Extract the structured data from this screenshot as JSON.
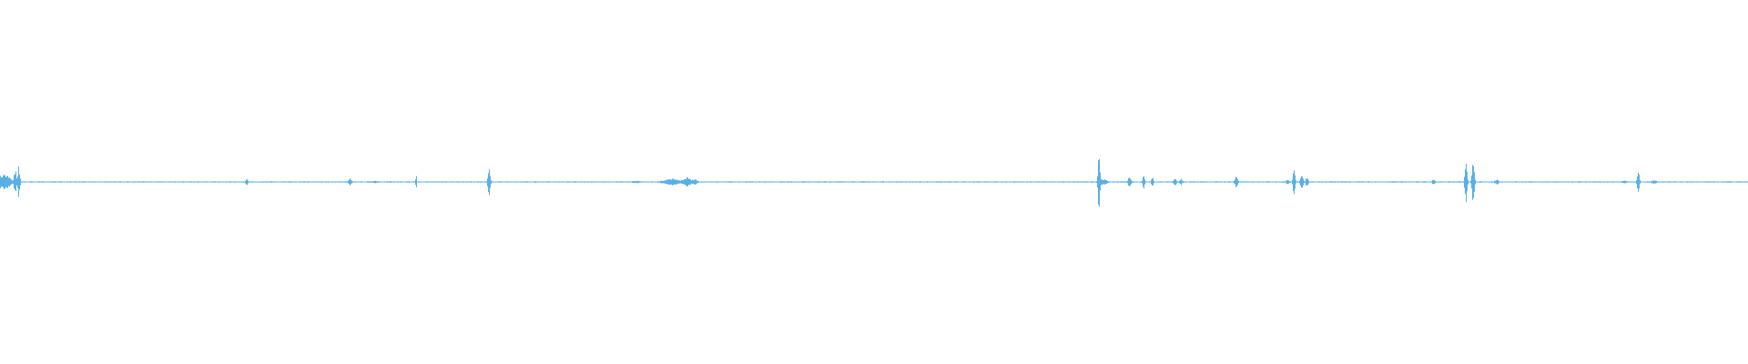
{
  "waveform": {
    "color": "#5ab0e4",
    "background": "#ffffff",
    "duration": 1,
    "amplitude_range": [
      -1,
      1
    ],
    "baseline_noise": 0.004,
    "events": [
      {
        "t": 0.0,
        "amp": 0.04,
        "w": 0.005
      },
      {
        "t": 0.003,
        "amp": 0.05,
        "w": 0.003
      },
      {
        "t": 0.0085,
        "amp": 0.08,
        "w": 0.001
      },
      {
        "t": 0.0105,
        "amp": 0.11,
        "w": 0.0008
      },
      {
        "t": 0.141,
        "amp": 0.02,
        "w": 0.001
      },
      {
        "t": 0.2,
        "amp": 0.025,
        "w": 0.0012
      },
      {
        "t": 0.215,
        "amp": 0.008,
        "w": 0.0025
      },
      {
        "t": 0.2378,
        "amp": 0.045,
        "w": 0.0004
      },
      {
        "t": 0.2795,
        "amp": 0.11,
        "w": 0.0008
      },
      {
        "t": 0.364,
        "amp": 0.008,
        "w": 0.003
      },
      {
        "t": 0.385,
        "amp": 0.02,
        "w": 0.007
      },
      {
        "t": 0.393,
        "amp": 0.03,
        "w": 0.0025
      },
      {
        "t": 0.397,
        "amp": 0.02,
        "w": 0.002
      },
      {
        "t": 0.4805,
        "amp": 0.004,
        "w": 0.003
      },
      {
        "t": 0.6285,
        "amp": 0.16,
        "w": 0.0008
      },
      {
        "t": 0.6305,
        "amp": 0.02,
        "w": 0.003
      },
      {
        "t": 0.646,
        "amp": 0.035,
        "w": 0.001
      },
      {
        "t": 0.654,
        "amp": 0.04,
        "w": 0.0008
      },
      {
        "t": 0.659,
        "amp": 0.03,
        "w": 0.0008
      },
      {
        "t": 0.672,
        "amp": 0.025,
        "w": 0.001
      },
      {
        "t": 0.6755,
        "amp": 0.02,
        "w": 0.001
      },
      {
        "t": 0.707,
        "amp": 0.035,
        "w": 0.001
      },
      {
        "t": 0.7365,
        "amp": 0.02,
        "w": 0.001
      },
      {
        "t": 0.74,
        "amp": 0.09,
        "w": 0.0008
      },
      {
        "t": 0.7445,
        "amp": 0.05,
        "w": 0.001
      },
      {
        "t": 0.7475,
        "amp": 0.035,
        "w": 0.0008
      },
      {
        "t": 0.82,
        "amp": 0.02,
        "w": 0.001
      },
      {
        "t": 0.8385,
        "amp": 0.17,
        "w": 0.0008
      },
      {
        "t": 0.8425,
        "amp": 0.17,
        "w": 0.0008
      },
      {
        "t": 0.856,
        "amp": 0.015,
        "w": 0.0015
      },
      {
        "t": 0.929,
        "amp": 0.008,
        "w": 0.003
      },
      {
        "t": 0.937,
        "amp": 0.07,
        "w": 0.0008
      },
      {
        "t": 0.946,
        "amp": 0.012,
        "w": 0.002
      }
    ]
  }
}
